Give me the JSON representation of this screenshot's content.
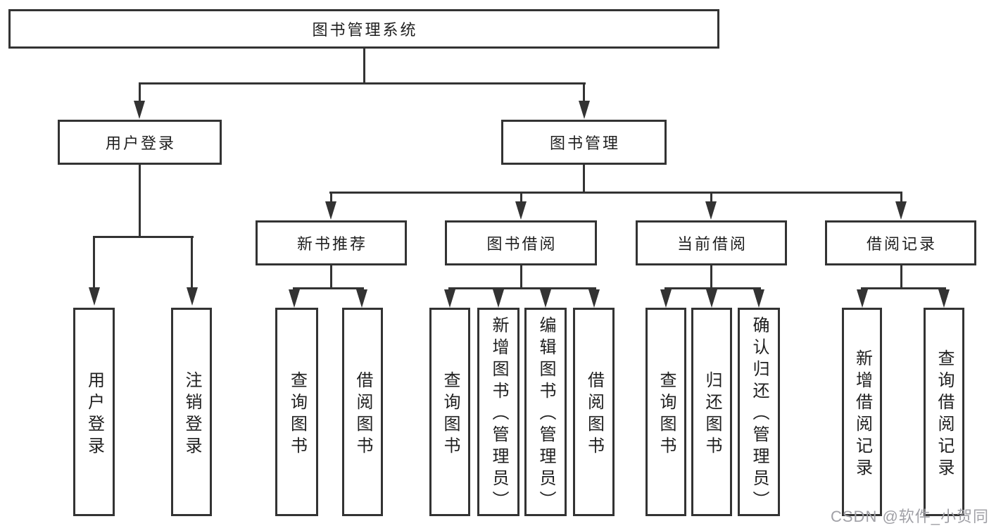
{
  "diagram": {
    "root": {
      "label": "图书管理系统"
    },
    "branches": [
      {
        "label": "用户登录",
        "children": [
          {
            "label": "用户登录"
          },
          {
            "label": "注销登录"
          }
        ]
      },
      {
        "label": "图书管理",
        "sections": [
          {
            "label": "新书推荐",
            "children": [
              {
                "label": "查询图书"
              },
              {
                "label": "借阅图书"
              }
            ]
          },
          {
            "label": "图书借阅",
            "children": [
              {
                "label": "查询图书"
              },
              {
                "label": "新增图书（管理员）"
              },
              {
                "label": "编辑图书（管理员）"
              },
              {
                "label": "借阅图书"
              }
            ]
          },
          {
            "label": "当前借阅",
            "children": [
              {
                "label": "查询图书"
              },
              {
                "label": "归还图书"
              },
              {
                "label": "确认归还（管理员）"
              }
            ]
          },
          {
            "label": "借阅记录",
            "children": [
              {
                "label": "新增借阅记录"
              },
              {
                "label": "查询借阅记录"
              }
            ]
          }
        ]
      }
    ]
  },
  "watermark": {
    "text": "CSDN @软件_小贺同学"
  },
  "colors": {
    "line": "#333333",
    "text": "#1f1f1f",
    "background": "#ffffff",
    "watermark": "#a0a0a6"
  }
}
